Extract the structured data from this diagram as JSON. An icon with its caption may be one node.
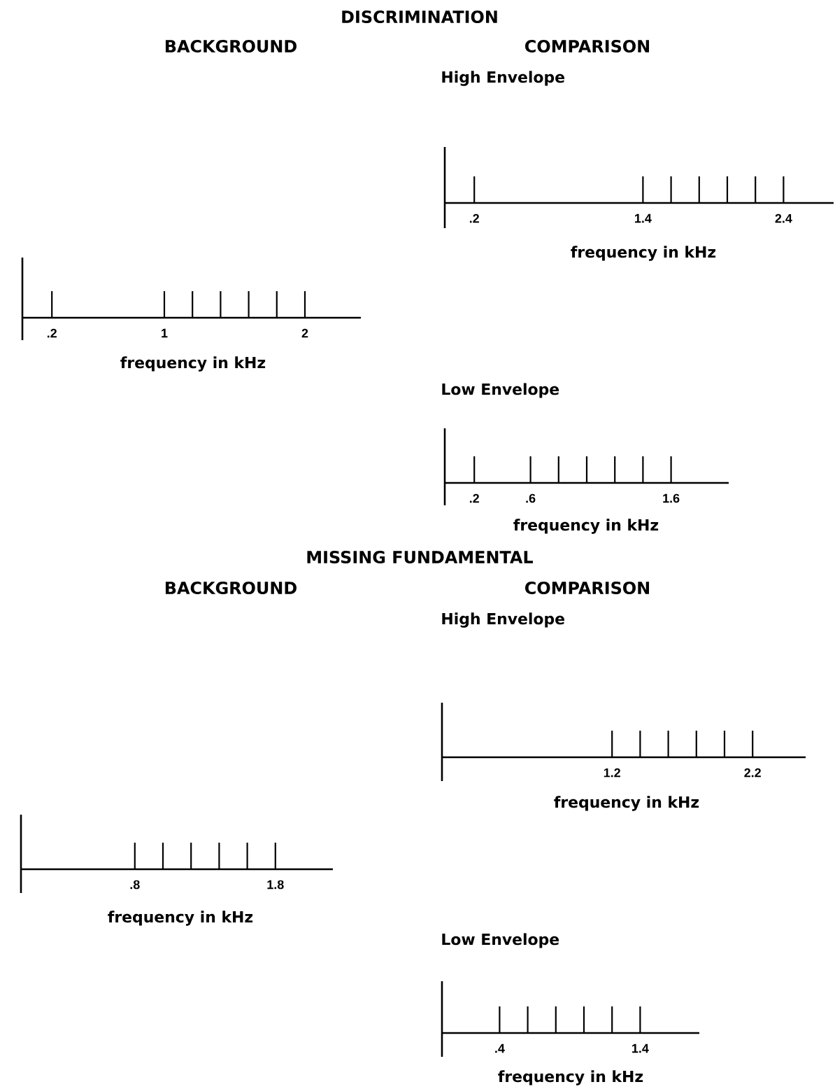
{
  "diagram": {
    "labels": [
      "DISCRIMINATION",
      "BACKGROUND",
      "COMPARISON",
      "High Envelope",
      ".2",
      "1.4",
      "2.4",
      "frequency in kHz",
      ".2",
      "1",
      "2",
      "frequency in kHz",
      "Low Envelope",
      ".2",
      ".6",
      "1.6",
      "frequency in kHz",
      "MISSING FUNDAMENTAL",
      "BACKGROUND",
      "COMPARISON",
      "High Envelope",
      "1.2",
      "2.2",
      "frequency in kHz",
      ".8",
      "1.8",
      "frequency in kHz",
      "Low Envelope",
      ".4",
      "1.4",
      "frequency in kHz"
    ]
  }
}
